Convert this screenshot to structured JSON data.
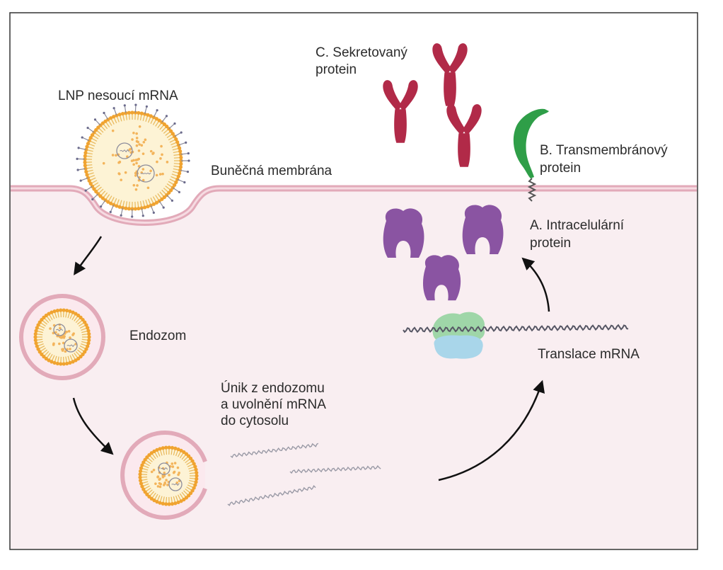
{
  "labels": {
    "lnp": "LNP nesoucí mRNA",
    "membrane": "Buněčná membrána",
    "endosome": "Endozom",
    "escape": [
      "Únik z endozomu",
      "a uvolnění mRNA",
      "do cytosolu"
    ],
    "translation": "Translace mRNA",
    "intracellular": [
      "A. Intracelulární",
      "protein"
    ],
    "transmembrane": [
      "B. Transmembránový",
      "protein"
    ],
    "secreted": [
      "C. Sekretovaný",
      "protein"
    ]
  },
  "colors": {
    "cytoplasm": "#f9eef1",
    "membrane": "#e2aab9",
    "lipid_head": "#f0a330",
    "lipid_core": "#fdf3d5",
    "peg": "#8a8a9a",
    "purple_protein": "#8a54a2",
    "antibody": "#b12a48",
    "green_protein": "#2f9e48",
    "ribosome_top": "#9fd6a8",
    "ribosome_bottom": "#a9d6ea",
    "mrna": "#6f6f7d",
    "arrow": "#111111"
  }
}
